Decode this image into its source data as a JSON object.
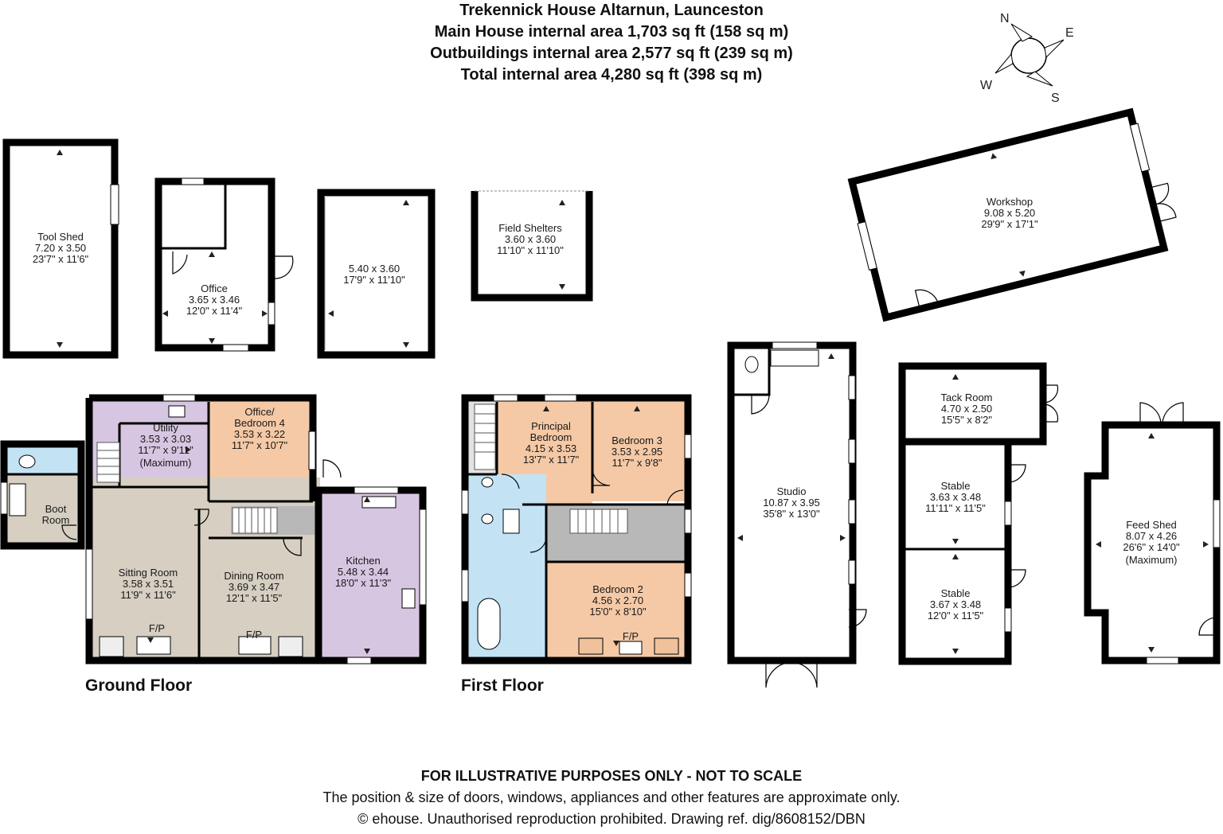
{
  "header": {
    "title": "Trekennick House Altarnun, Launceston",
    "main_house": "Main House internal area 1,703 sq ft (158 sq m)",
    "outbuildings": "Outbuildings internal area 2,577 sq ft (239 sq m)",
    "total": "Total internal area 4,280 sq ft (398 sq m)"
  },
  "compass": {
    "n": "N",
    "e": "E",
    "s": "S",
    "w": "W"
  },
  "floor_labels": {
    "ground": "Ground Floor",
    "first": "First Floor"
  },
  "rooms": {
    "tool_shed": [
      "Tool Shed",
      "7.20 x 3.50",
      "23'7\" x 11'6\""
    ],
    "office": [
      "Office",
      "3.65 x 3.46",
      "12'0\" x 11'4\""
    ],
    "unnamed": [
      "5.40 x 3.60",
      "17'9\" x 11'10\""
    ],
    "field_shelters": [
      "Field Shelters",
      "3.60 x 3.60",
      "11'10\" x 11'10\""
    ],
    "workshop": [
      "Workshop",
      "9.08 x 5.20",
      "29'9\" x 17'1\""
    ],
    "utility": [
      "Utility",
      "3.53 x 3.03",
      "11'7\" x 9'11\"",
      "(Maximum)"
    ],
    "office_bed4": [
      "Office/",
      "Bedroom 4",
      "3.53 x 3.22",
      "11'7\" x 10'7\""
    ],
    "boot_room": [
      "Boot",
      "Room"
    ],
    "sitting_room": [
      "Sitting Room",
      "3.58 x 3.51",
      "11'9\" x 11'6\""
    ],
    "dining_room": [
      "Dining Room",
      "3.69 x 3.47",
      "12'1\" x 11'5\""
    ],
    "kitchen": [
      "Kitchen",
      "5.48 x 3.44",
      "18'0\" x 11'3\""
    ],
    "principal_bedroom": [
      "Principal",
      "Bedroom",
      "4.15 x 3.53",
      "13'7\" x 11'7\""
    ],
    "bedroom3": [
      "Bedroom 3",
      "3.53 x 2.95",
      "11'7\" x 9'8\""
    ],
    "bedroom2": [
      "Bedroom 2",
      "4.56 x 2.70",
      "15'0\" x 8'10\""
    ],
    "studio": [
      "Studio",
      "10.87 x 3.95",
      "35'8\" x 13'0\""
    ],
    "tack_room": [
      "Tack Room",
      "4.70 x 2.50",
      "15'5\" x 8'2\""
    ],
    "stable1": [
      "Stable",
      "3.63 x 3.48",
      "11'11\" x 11'5\""
    ],
    "stable2": [
      "Stable",
      "3.67 x 3.48",
      "12'0\" x 11'5\""
    ],
    "feed_shed": [
      "Feed Shed",
      "8.07 x 4.26",
      "26'6\" x 14'0\"",
      "(Maximum)"
    ],
    "fp": "F/P"
  },
  "footer": {
    "disclaimer": "FOR ILLUSTRATIVE PURPOSES ONLY - NOT TO SCALE",
    "note": "The position & size of doors, windows, appliances and other features are approximate only.",
    "copyright": "© ehouse. Unauthorised reproduction prohibited. Drawing ref. dig/8608152/DBN"
  },
  "colors": {
    "grey_room": "#e3e3e4",
    "purple_room": "#d7c6e2",
    "peach_room": "#f5c9a6",
    "beige_room": "#d6cfc2",
    "blue_room": "#c3e3f5",
    "hall_grey": "#b8b8b8"
  }
}
